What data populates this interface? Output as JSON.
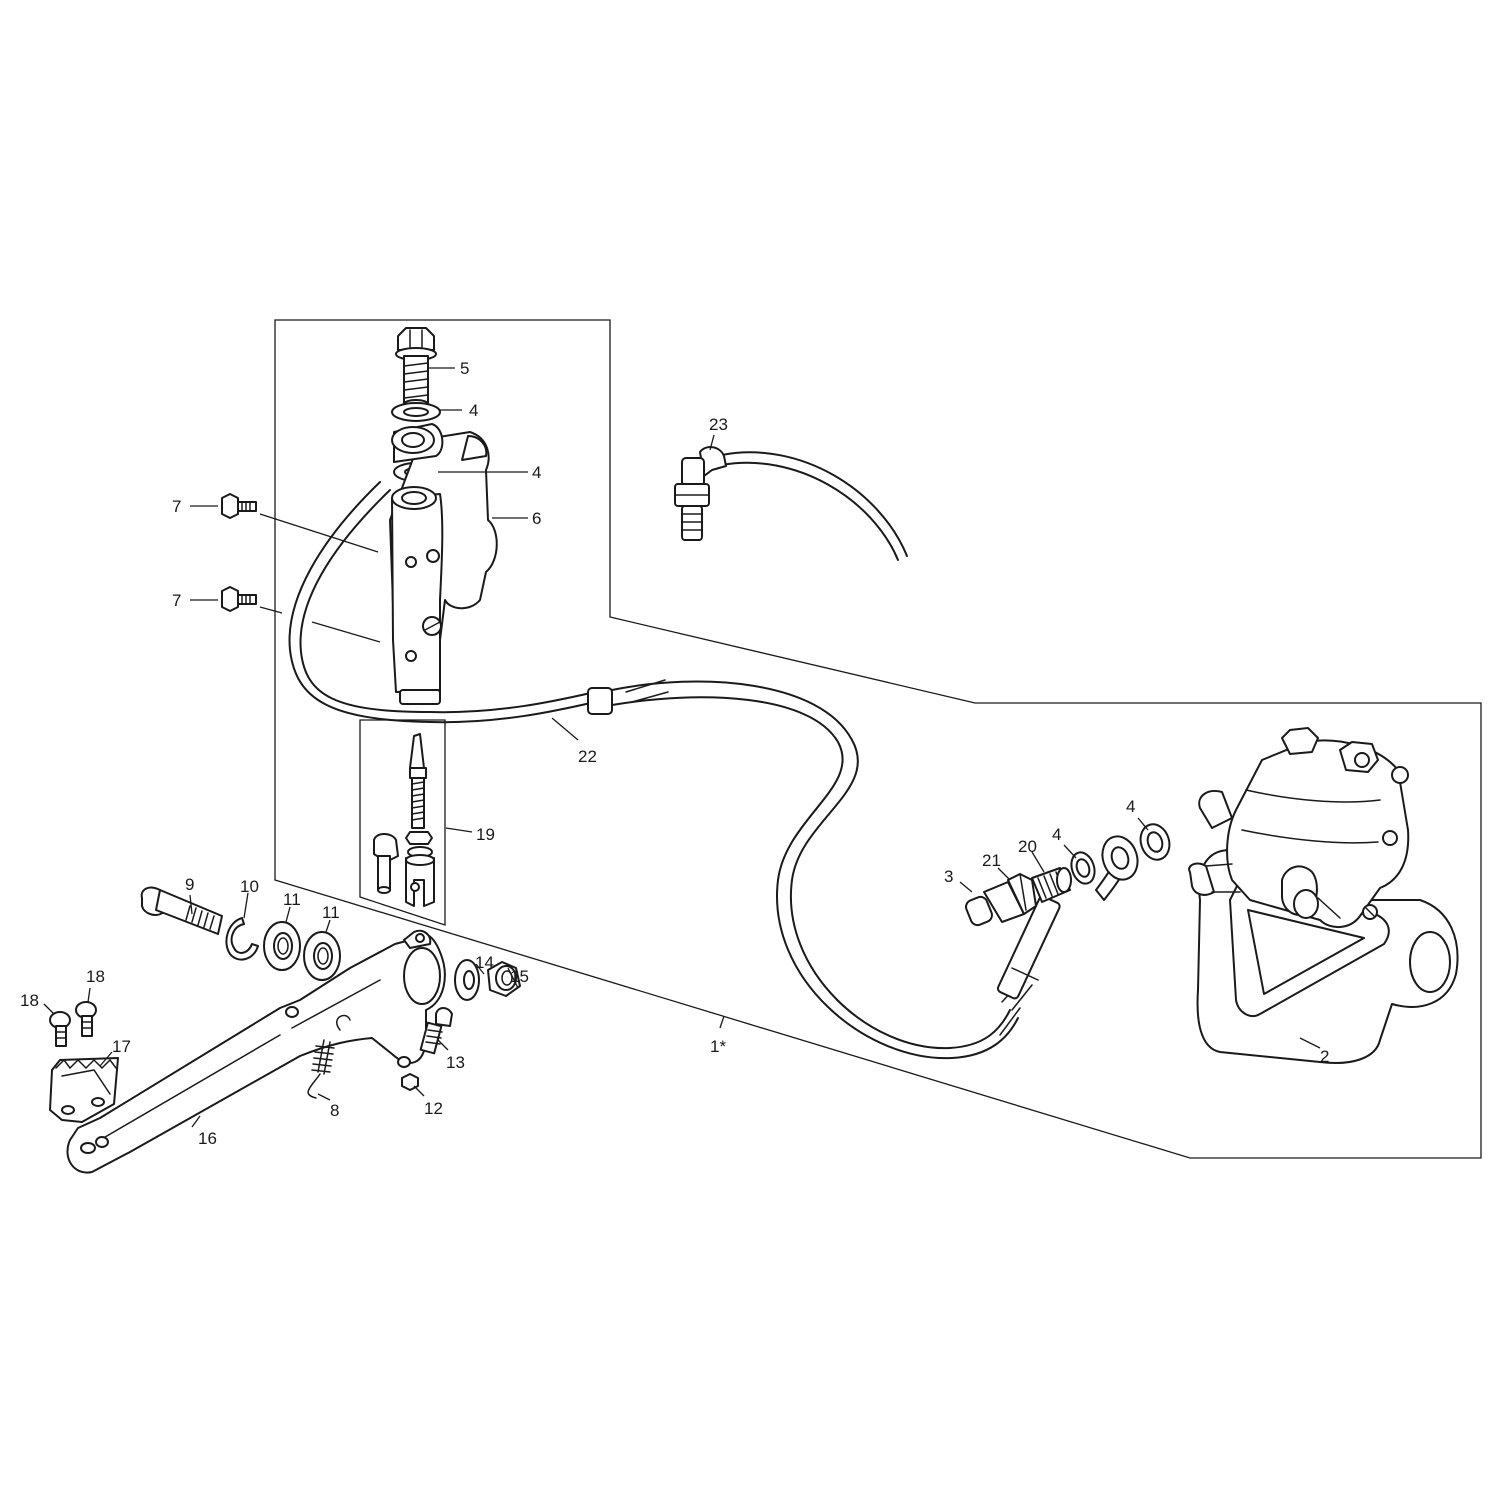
{
  "callouts": [
    {
      "id": "c5",
      "text": "5"
    },
    {
      "id": "c4a",
      "text": "4"
    },
    {
      "id": "c4b",
      "text": "4"
    },
    {
      "id": "c6",
      "text": "6"
    },
    {
      "id": "c7a",
      "text": "7"
    },
    {
      "id": "c7b",
      "text": "7"
    },
    {
      "id": "c23",
      "text": "23"
    },
    {
      "id": "c22",
      "text": "22"
    },
    {
      "id": "c19",
      "text": "19"
    },
    {
      "id": "c9",
      "text": "9"
    },
    {
      "id": "c10",
      "text": "10"
    },
    {
      "id": "c11a",
      "text": "11"
    },
    {
      "id": "c11b",
      "text": "11"
    },
    {
      "id": "c14",
      "text": "14"
    },
    {
      "id": "c15",
      "text": "15"
    },
    {
      "id": "c18a",
      "text": "18"
    },
    {
      "id": "c18b",
      "text": "18"
    },
    {
      "id": "c17",
      "text": "17"
    },
    {
      "id": "c13",
      "text": "13"
    },
    {
      "id": "c12",
      "text": "12"
    },
    {
      "id": "c8",
      "text": "8"
    },
    {
      "id": "c16",
      "text": "16"
    },
    {
      "id": "c1",
      "text": "1*"
    },
    {
      "id": "c3",
      "text": "3"
    },
    {
      "id": "c21",
      "text": "21"
    },
    {
      "id": "c20",
      "text": "20"
    },
    {
      "id": "c4c",
      "text": "4"
    },
    {
      "id": "c4d",
      "text": "4"
    },
    {
      "id": "c2",
      "text": "2"
    }
  ]
}
